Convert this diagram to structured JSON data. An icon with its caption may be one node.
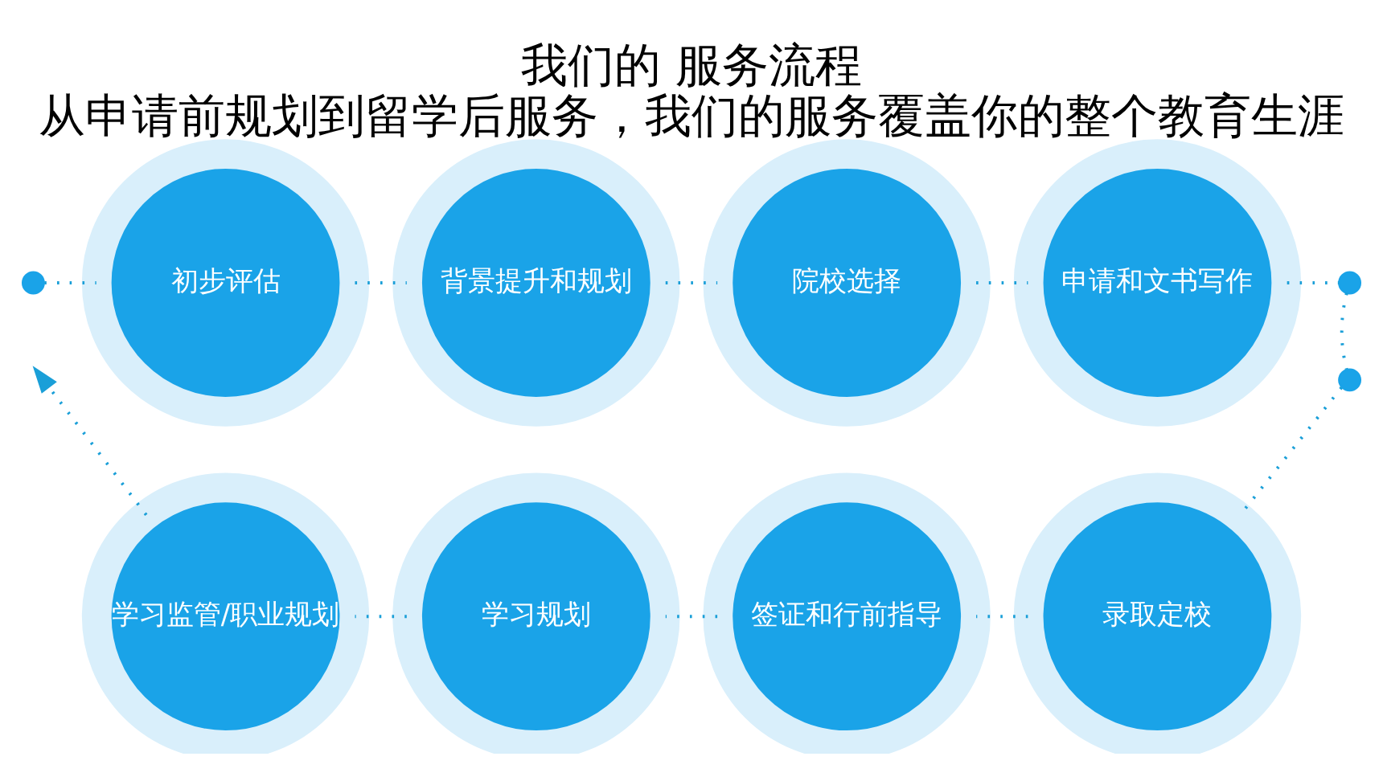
{
  "diagram": {
    "title": "我们的 服务流程",
    "caption": "从申请前规划到留学后服务，我们的服务覆盖你的整个教育生涯",
    "nodes": [
      {
        "text": [],
        "shape": "circle"
      },
      {
        "text": [
          "初步评估"
        ]
      },
      {
        "text": [
          "背景提升和规划"
        ]
      },
      {
        "text": [
          "院校选择"
        ]
      },
      {
        "text": [
          "申请和文书写作"
        ]
      },
      {
        "text": [],
        "shape": "circle"
      },
      {
        "text": [],
        "shape": "circle"
      },
      {
        "text": [
          "录取定校"
        ]
      },
      {
        "text": [
          "签证和行前指导"
        ]
      },
      {
        "text": [
          "学习规划"
        ]
      },
      {
        "text": [
          "学习监管/职业规划"
        ]
      }
    ],
    "edges": [
      {
        "from": 0,
        "to": 1,
        "arrow": "none"
      },
      {
        "from": 1,
        "to": 2,
        "arrow": "none"
      },
      {
        "from": 2,
        "to": 3,
        "arrow": "none"
      },
      {
        "from": 3,
        "to": 4,
        "arrow": "none"
      },
      {
        "from": 4,
        "to": 5,
        "arrow": "none"
      },
      {
        "from": 5,
        "to": 6,
        "arrow": "none"
      },
      {
        "from": 6,
        "to": 7,
        "arrow": "none"
      },
      {
        "from": 7,
        "to": 8,
        "arrow": "none"
      },
      {
        "from": 8,
        "to": 9,
        "arrow": "none"
      },
      {
        "from": 9,
        "to": 10,
        "arrow": "none"
      },
      {
        "from": 10,
        "to": null,
        "arrow": "to"
      }
    ]
  }
}
